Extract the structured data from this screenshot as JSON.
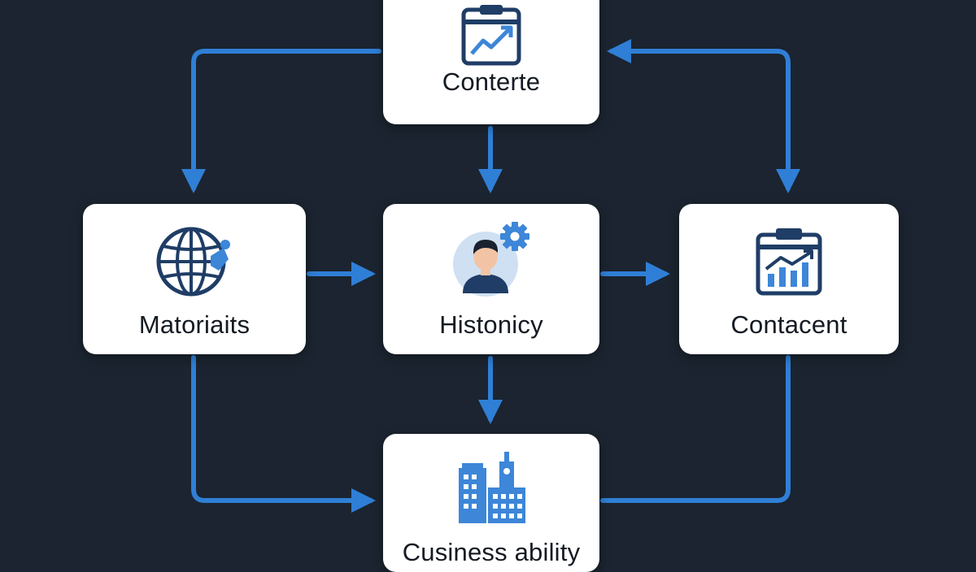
{
  "diagram": {
    "nodes": {
      "top": {
        "label": "Conterte",
        "icon": "chart-clipboard-icon"
      },
      "left": {
        "label": "Matoriaits",
        "icon": "globe-icon"
      },
      "center": {
        "label": "Histonicy",
        "icon": "person-gear-icon"
      },
      "right": {
        "label": "Contacent",
        "icon": "bar-chart-clipboard-icon"
      },
      "bottom": {
        "label": "Cusiness ability",
        "icon": "buildings-icon"
      }
    },
    "connections": [
      {
        "from": "top",
        "to": "left"
      },
      {
        "from": "top",
        "to": "center"
      },
      {
        "from": "top",
        "to": "right"
      },
      {
        "from": "right",
        "to": "top"
      },
      {
        "from": "left",
        "to": "center"
      },
      {
        "from": "center",
        "to": "right"
      },
      {
        "from": "center",
        "to": "bottom"
      },
      {
        "from": "left",
        "to": "bottom"
      },
      {
        "from": "right",
        "to": "bottom"
      }
    ]
  },
  "colors": {
    "background": "#1b2430",
    "arrow": "#2f7fd6",
    "node_fill": "#ffffff",
    "icon_dark": "#1f3d66",
    "icon_accent": "#3d86d8"
  }
}
